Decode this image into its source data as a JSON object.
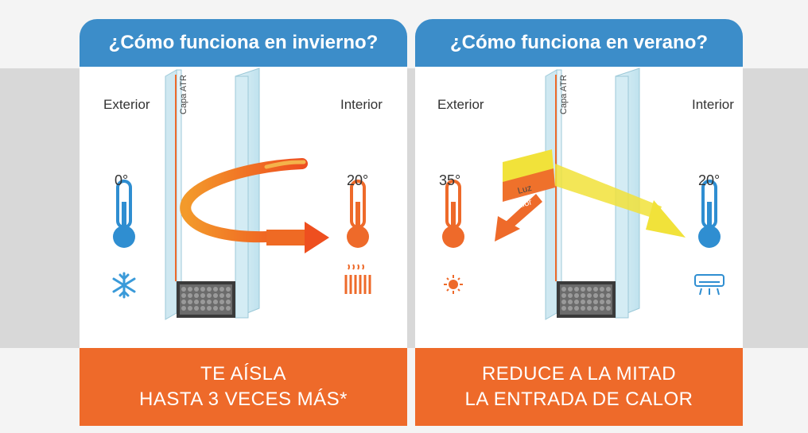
{
  "winter": {
    "title": "¿Cómo funciona en invierno?",
    "exterior": "Exterior",
    "interior": "Interior",
    "temp_ext": "0°",
    "temp_int": "20°",
    "layer_label": "Capa ATR",
    "caption_line1": "TE AÍSLA",
    "caption_line2": "HASTA 3 VECES MÁS*"
  },
  "summer": {
    "title": "¿Cómo funciona en verano?",
    "exterior": "Exterior",
    "interior": "Interior",
    "temp_ext": "35°",
    "temp_int": "20°",
    "layer_label": "Capa ATR",
    "light_label": "Luz",
    "heat_label": "Calor",
    "caption_line1": "REDUCE A LA MITAD",
    "caption_line2": "LA ENTRADA DE CALOR"
  },
  "colors": {
    "header_blue": "#3c8dc9",
    "footer_orange": "#ee6a2a",
    "cold_blue": "#2f8ed1",
    "warm_orange": "#ee6a2a",
    "light_yellow": "#f1e23a"
  },
  "icons": {
    "winter_ext": "snowflake-icon",
    "winter_int": "radiator-icon",
    "summer_ext": "sun-icon",
    "summer_int": "air-conditioner-icon"
  }
}
